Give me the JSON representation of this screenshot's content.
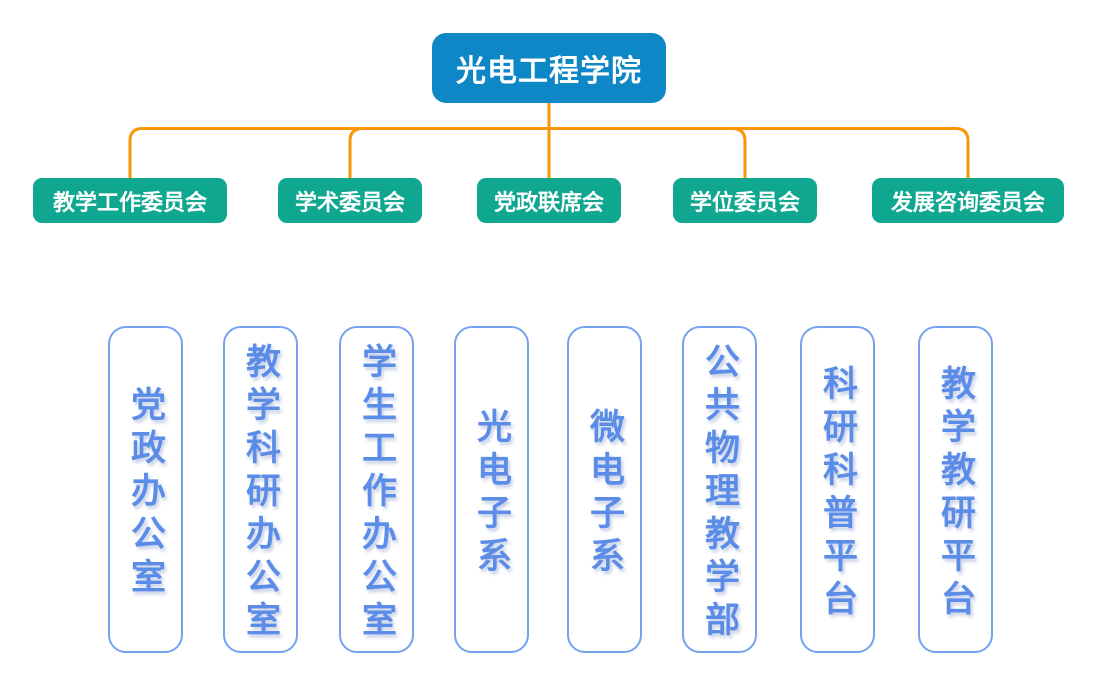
{
  "org_chart": {
    "root": {
      "label": "光电工程学院"
    },
    "committees": [
      {
        "label": "教学工作委员会"
      },
      {
        "label": "学术委员会"
      },
      {
        "label": "党政联席会"
      },
      {
        "label": "学位委员会"
      },
      {
        "label": "发展咨询委员会"
      }
    ],
    "departments": [
      {
        "label": "党政办公室"
      },
      {
        "label": "教学科研办公室"
      },
      {
        "label": "学生工作办公室"
      },
      {
        "label": "光电子系"
      },
      {
        "label": "微电子系"
      },
      {
        "label": "公共物理教学部"
      },
      {
        "label": "科研科普平台"
      },
      {
        "label": "教学教研平台"
      }
    ],
    "colors": {
      "root_fill": "#0E87C6",
      "committee_fill": "#0FA78F",
      "connector": "#FB9608",
      "department_border": "#74A3F0",
      "department_text": "#5B8DE8"
    }
  }
}
